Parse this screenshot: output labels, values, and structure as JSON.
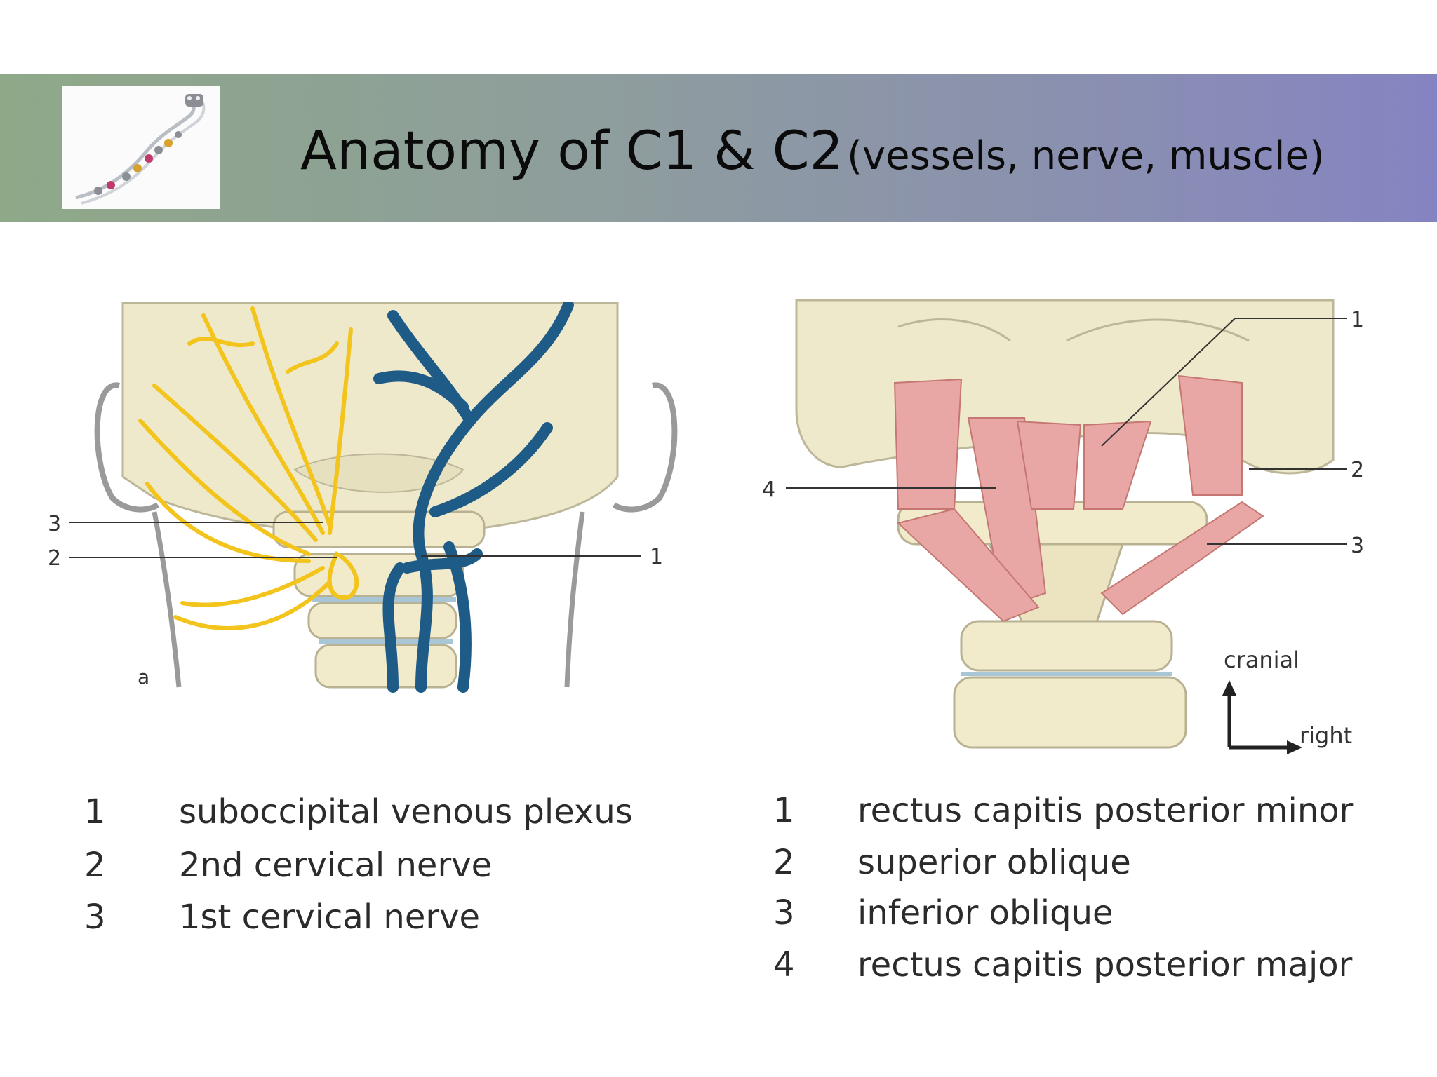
{
  "header": {
    "title_main": "Anatomy of C1 & C2",
    "title_sub": "(vessels, nerve, muscle)"
  },
  "left_figure": {
    "callouts": {
      "c3": "3",
      "c2": "2",
      "c1": "1",
      "panel": "a"
    }
  },
  "right_figure": {
    "callouts": {
      "c1": "1",
      "c2": "2",
      "c3": "3",
      "c4": "4"
    },
    "orientation": {
      "up": "cranial",
      "right": "right"
    }
  },
  "legend_left": [
    {
      "num": "1",
      "text": "suboccipital venous plexus"
    },
    {
      "num": "2",
      "text": "2nd cervical nerve"
    },
    {
      "num": "3",
      "text": "1st cervical nerve"
    }
  ],
  "legend_right": [
    {
      "num": "1",
      "text": "rectus capitis posterior minor"
    },
    {
      "num": "2",
      "text": "superior oblique"
    },
    {
      "num": "3",
      "text": "inferior oblique"
    },
    {
      "num": "4",
      "text": "rectus capitis posterior major"
    }
  ],
  "colors": {
    "banner_left": "#8fa888",
    "banner_right": "#8584c2",
    "nerve": "#f2c41c",
    "vein": "#1e5b86",
    "bone": "#f1ebcc",
    "muscle": "#e8a7a4"
  }
}
